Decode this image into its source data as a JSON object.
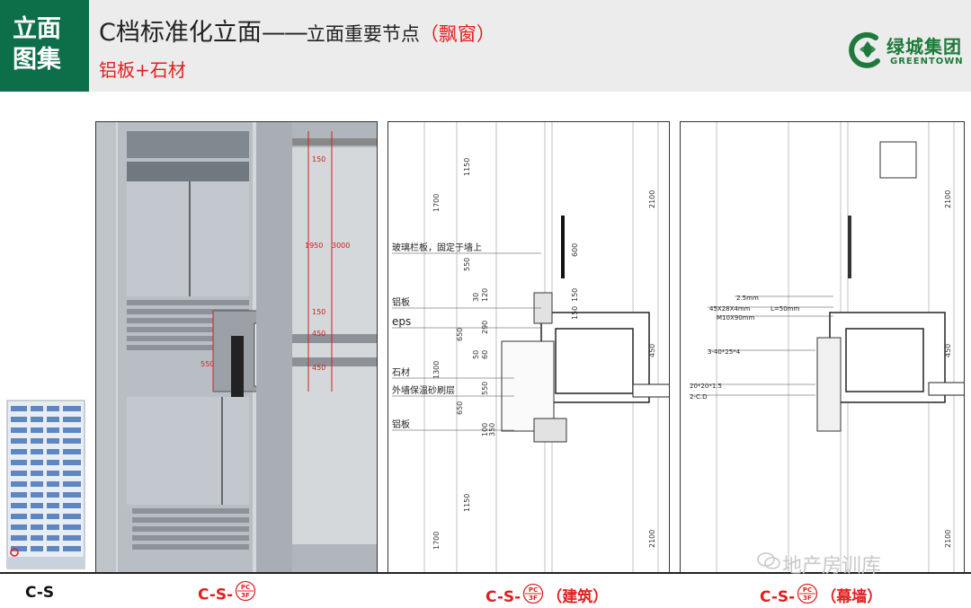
{
  "header": {
    "tag_line1": "立面",
    "tag_line2": "图集",
    "title_main": "C档标准化立面",
    "title_dash": "——",
    "title_sub": "立面重要节点",
    "title_paren": "（飘窗）",
    "subtitle": "铝板+石材"
  },
  "logo": {
    "name_cn": "绿城集团",
    "name_en": "GREENTOWN"
  },
  "panel_render": {
    "dimensions": [
      "150",
      "1950",
      "3000",
      "150",
      "450",
      "550",
      "450"
    ]
  },
  "panel_arch": {
    "callouts": [
      "玻璃栏板，固定于墙上",
      "铝板",
      "eps",
      "石材",
      "外墙保温砂刷层",
      "铝板"
    ],
    "dims_left": [
      "1150",
      "1700",
      "550",
      "650",
      "1300",
      "550",
      "650",
      "1150",
      "1700"
    ],
    "dims_inner": [
      "30",
      "120",
      "290",
      "50",
      "60",
      "350",
      "100"
    ],
    "dims_mid": [
      "600",
      "150",
      "150"
    ],
    "dims_right": [
      "2100",
      "450",
      "2100"
    ]
  },
  "panel_wall": {
    "specs": [
      "2.5mm",
      "45X28X4mm",
      "M10X90mm",
      "L=50mm",
      "3-40*25*4",
      "20*20*1.5",
      "2-C.D"
    ],
    "dims_right": [
      "2100",
      "450",
      "2100"
    ]
  },
  "labels": {
    "left": "C-S",
    "render": "C-S-",
    "arch": "C-S-",
    "arch_suffix": "（建筑）",
    "wall": "C-S-",
    "wall_suffix": "（幕墙）",
    "stamp_top": "PC",
    "stamp_bottom": "3F"
  },
  "watermark": "地产房训库"
}
